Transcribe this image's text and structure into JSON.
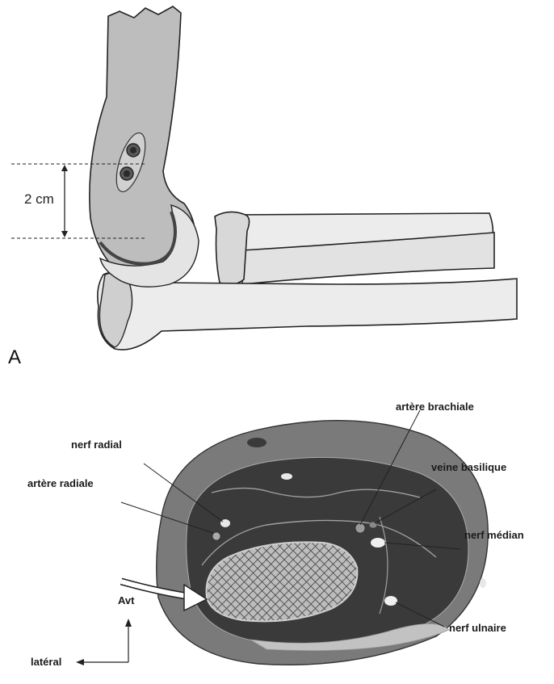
{
  "panel_a": {
    "letter": "A",
    "measure": "2 cm"
  },
  "panel_b": {
    "labels": {
      "nerf_radial": "nerf radial",
      "artere_radiale": "artère radiale",
      "artere_brachiale": "artère brachiale",
      "veine_basilique": "veine basilique",
      "nerf_median": "nerf médian",
      "nerf_ulnaire": "nerf ulnaire"
    },
    "orientation": {
      "anterior": "Avt",
      "lateral": "latéral"
    }
  },
  "colors": {
    "bone": "#e9e9e9",
    "humerus": "#bdbdbd",
    "cortex_dark": "#5a5a5a",
    "outer_ring": "#7a7a7a",
    "muscle": "#3a3a3a",
    "fat": "#b3b3b3"
  }
}
